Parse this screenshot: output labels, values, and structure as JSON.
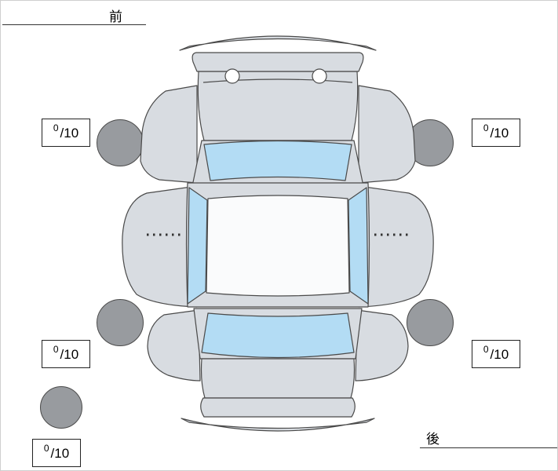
{
  "diagram": {
    "front_label": "前",
    "rear_label": "後"
  },
  "scores": {
    "front_left": {
      "value": "0",
      "denominator": "/10"
    },
    "front_right": {
      "value": "0",
      "denominator": "/10"
    },
    "rear_left": {
      "value": "0",
      "denominator": "/10"
    },
    "rear_right": {
      "value": "0",
      "denominator": "/10"
    },
    "spare": {
      "value": "0",
      "denominator": "/10"
    }
  },
  "colors": {
    "car_body": "#d8dce1",
    "glass": "#b3dcf4",
    "roof": "#fafbfc",
    "wheel": "#989b9f",
    "outline": "#4a4a4a"
  }
}
